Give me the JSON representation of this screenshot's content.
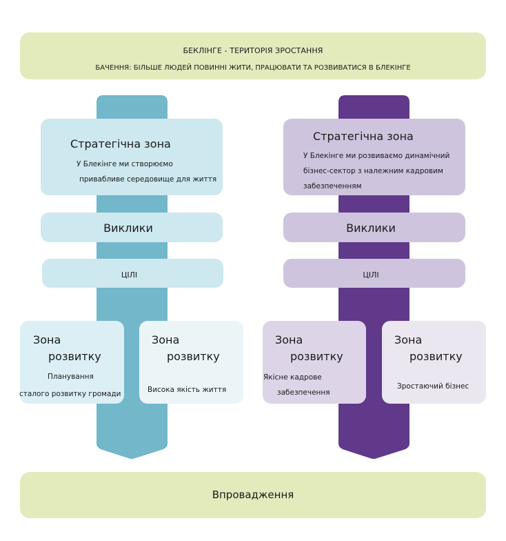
{
  "header": {
    "title": "БЕКЛІНГЕ - ТЕРИТОРІЯ ЗРОСТАННЯ",
    "vision": "БАЧЕННЯ: БІЛЬШЕ ЛЮДЕЙ ПОВИННІ ЖИТИ, ПРАЦЮВАТИ ТА РОЗВИВАТИСЯ В БЛЕКІНГЕ"
  },
  "colors": {
    "banner": "#e3ebbd",
    "teal_arrow": "#72b7ca",
    "purple_arrow": "#60398a"
  },
  "columns": [
    {
      "strategic": {
        "title": "Стратегічна зона",
        "lines": [
          "У Блекінге ми створюємо",
          "привабливе середовище для життя"
        ]
      },
      "challenges": "Виклики",
      "goals": "ЦІЛІ",
      "zones": [
        {
          "title_line1": "Зона",
          "title_line2": "розвитку",
          "lines": [
            "Планування",
            "сталого розвитку громади"
          ]
        },
        {
          "title_line1": "Зона",
          "title_line2": "розвитку",
          "lines": [
            "Висока якість життя"
          ]
        }
      ]
    },
    {
      "strategic": {
        "title": "Стратегічна зона",
        "lines": [
          "У Блекінге ми розвиваємо динамічний",
          "бізнес-сектор з належним кадровим",
          "забезпеченням"
        ]
      },
      "challenges": "Виклики",
      "goals": "ЦІЛІ",
      "zones": [
        {
          "title_line1": "Зона",
          "title_line2": "розвитку",
          "lines": [
            "Якісне кадрове",
            "забезпечення"
          ]
        },
        {
          "title_line1": "Зона",
          "title_line2": "розвитку",
          "lines": [
            "Зростаючий бізнес"
          ]
        }
      ]
    }
  ],
  "footer": {
    "label": "Впровадження"
  }
}
